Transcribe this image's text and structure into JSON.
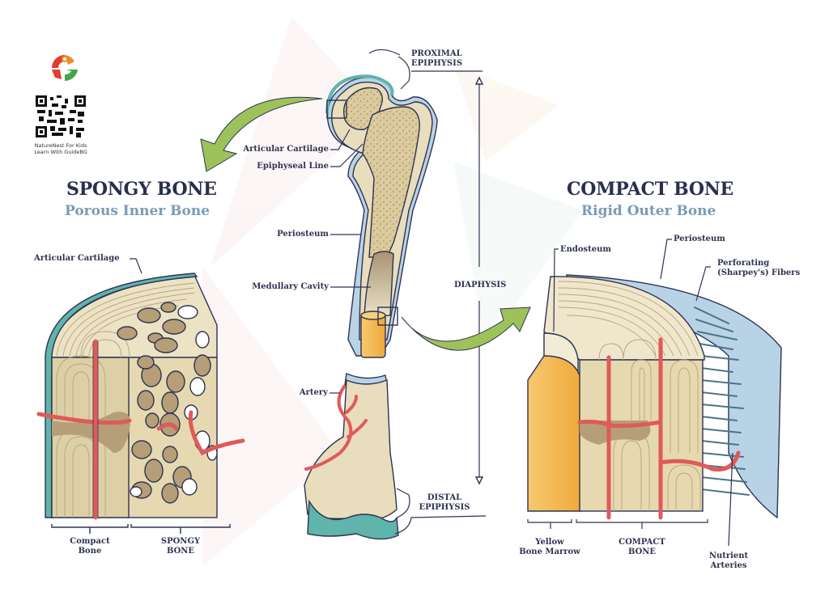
{
  "brand": {
    "line1": "NatureNest For Kids",
    "line2": "Learn With GuideBG",
    "logo_icon": "location-pin-logo-icon",
    "qr_icon": "qr-code-icon"
  },
  "colors": {
    "title": "#2b2f4f",
    "subtitle": "#7a9bb5",
    "label": "#2e3352",
    "bone": "#e8ddbc",
    "bone_dark": "#b59e78",
    "cartilage": "#5fb4ac",
    "periosteum": "#b9d3e6",
    "artery": "#e05a5a",
    "marrow": "#f5b94a",
    "arrow": "#9ec25a"
  },
  "left_panel": {
    "title": "SPONGY BONE",
    "subtitle": "Porous Inner Bone",
    "labels": {
      "articular_cartilage": "Articular Cartilage",
      "compact_bone_1": "Compact",
      "compact_bone_2": "Bone",
      "spongy_bone_1": "SPONGY",
      "spongy_bone_2": "BONE"
    }
  },
  "center_panel": {
    "labels": {
      "proximal_1": "PROXIMAL",
      "proximal_2": "EPIPHYSIS",
      "articular_cartilage": "Articular Cartilage",
      "epiphyseal_line": "Epiphyseal Line",
      "periosteum": "Periosteum",
      "medullary_cavity": "Medullary Cavity",
      "diaphysis": "DIAPHYSIS",
      "artery": "Artery",
      "distal_1": "DISTAL",
      "distal_2": "EPIPHYSIS"
    }
  },
  "right_panel": {
    "title": "COMPACT BONE",
    "subtitle": "Rigid Outer Bone",
    "labels": {
      "endosteum": "Endosteum",
      "periosteum": "Periosteum",
      "perforating_1": "Perforating",
      "perforating_2": "(Sharpey's) Fibers",
      "yellow_marrow_1": "Yellow",
      "yellow_marrow_2": "Bone Marrow",
      "compact_1": "COMPACT",
      "compact_2": "BONE",
      "nutrient_1": "Nutrient",
      "nutrient_2": "Arteries"
    }
  }
}
